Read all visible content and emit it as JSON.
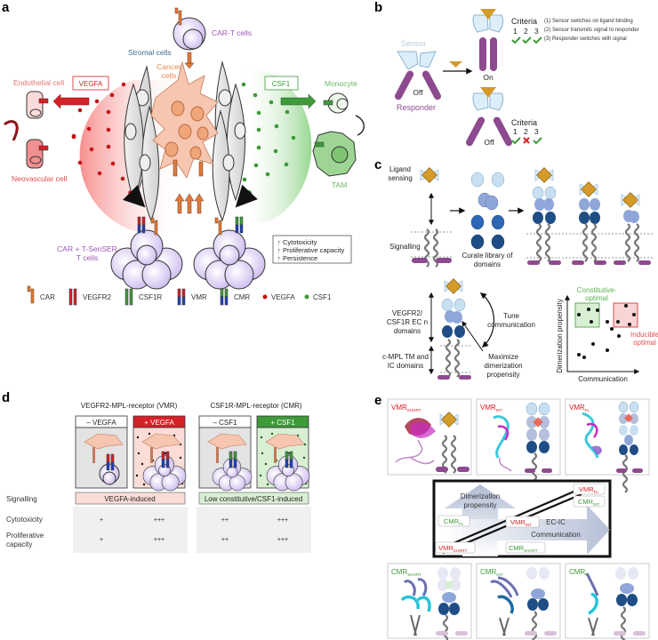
{
  "panels": {
    "a": {
      "letter": "a",
      "labels": {
        "car_t": "CAR-T cells",
        "stromal": "Stromal cells",
        "cancer_1": "Cancer",
        "cancer_2": "cells",
        "endothelial": "Endothelial cell",
        "neovascular": "Neovascular cell",
        "monocyte": "Monocyte",
        "tam": "TAM",
        "vegfa_box": "VEGFA",
        "csf1_box": "CSF1",
        "senser_1": "CAR + T-SenSER",
        "senser_2": "T cells"
      },
      "outcomes": [
        {
          "arrow": "↑",
          "text": "Cytotoxicity"
        },
        {
          "arrow": "↑",
          "text": "Proliferative capacity"
        },
        {
          "arrow": "↑",
          "text": "Persistence"
        }
      ],
      "legend": [
        {
          "key": "car",
          "label": "CAR"
        },
        {
          "key": "vegfr2",
          "label": "VEGFR2"
        },
        {
          "key": "csf1r",
          "label": "CSF1R"
        },
        {
          "key": "vmr",
          "label": "VMR"
        },
        {
          "key": "cmr",
          "label": "CMR"
        },
        {
          "key": "vegfa",
          "label": "VEGFA"
        },
        {
          "key": "csf1",
          "label": "CSF1"
        }
      ]
    },
    "b": {
      "letter": "b",
      "sensor": "Sensor",
      "responder": "Responder",
      "off_left": "Off",
      "on": "On",
      "off_bottom": "Off",
      "criteria_title": "Criteria",
      "criteria_nums": [
        "1",
        "2",
        "3"
      ],
      "criteria_top": [
        "check",
        "check",
        "check"
      ],
      "criteria_bottom": [
        "check",
        "cross",
        "check"
      ],
      "criteria_list": [
        "(1) Sensor switches on ligand binding",
        "(2) Sensor transmits signal to responder",
        "(3) Responder switches with signal"
      ]
    },
    "c": {
      "letter": "c",
      "ligand_sensing_1": "Ligand",
      "ligand_sensing_2": "sensing",
      "signalling": "Signalling",
      "curate_1": "Curate library of",
      "curate_2": "domains",
      "ec_1": "VEGFR2/",
      "ec_2": "CSF1R EC n",
      "ec_3": "domains",
      "tm_1": "c-MPL TM and",
      "tm_2": "IC domains",
      "tune_1": "Tune",
      "tune_2": "communication",
      "max_1": "Maximize",
      "max_2": "dimerization",
      "max_3": "propensity",
      "scatter": {
        "xlabel": "Communication",
        "ylabel": "Dimerization propensity",
        "constitutive_1": "Constitutive-",
        "constitutive_2": "optimal",
        "inducible_1": "Inducible",
        "inducible_2": "optimal"
      }
    },
    "d": {
      "letter": "d",
      "vmr_title": "VEGFR2-MPL-receptor (VMR)",
      "cmr_title": "CSF1R-MPL-receptor (CMR)",
      "conditions": [
        "– VEGFA",
        "+ VEGFA",
        "– CSF1",
        "+ CSF1"
      ],
      "rows": [
        {
          "label": "Signalling"
        },
        {
          "label": "Cytotoxicity",
          "values": [
            "+",
            "+++",
            "++",
            "+++"
          ]
        },
        {
          "label": "Proliferative capacity",
          "values": [
            "+",
            "+++",
            "++",
            "+++"
          ]
        }
      ],
      "signalling_vmr": "VEGFA-induced",
      "signalling_cmr": "Low constitutive/CSF1-induced",
      "row_label_prolif_1": "Proliferative",
      "row_label_prolif_2": "capacity"
    },
    "e": {
      "letter": "e",
      "top_structures": [
        {
          "name": "VMR",
          "sub": "SHORT"
        },
        {
          "name": "VMR",
          "sub": "INT"
        },
        {
          "name": "VMR",
          "sub": "FL"
        }
      ],
      "bottom_structures": [
        {
          "name": "CMR",
          "sub": "SHORT"
        },
        {
          "name": "CMR",
          "sub": "INT"
        },
        {
          "name": "CMR",
          "sub": "FL"
        }
      ],
      "axis_y_1": "Dimerization",
      "axis_y_2": "propensity",
      "axis_x_1": "EC-IC",
      "axis_x_2": "Communication",
      "map_labels": [
        {
          "name": "VMR",
          "sub": "FL",
          "color": "red"
        },
        {
          "name": "CMR",
          "sub": "INT",
          "color": "green"
        },
        {
          "name": "CMR",
          "sub": "FL",
          "color": "green"
        },
        {
          "name": "VMR",
          "sub": "INT",
          "color": "red"
        },
        {
          "name": "VMR",
          "sub": "SHORT",
          "color": "red"
        },
        {
          "name": "CMR",
          "sub": "SHORT",
          "color": "green"
        }
      ]
    }
  },
  "colors": {
    "red": "#d62027",
    "green": "#3f9a3a",
    "purple": "#9b59b6",
    "orange": "#e07b3c",
    "sensor_blue": "#cfe6f2",
    "responder_purple": "#8e4a8e",
    "ligand_gold": "#d49a2a",
    "dark_blue": "#1f4e86"
  }
}
